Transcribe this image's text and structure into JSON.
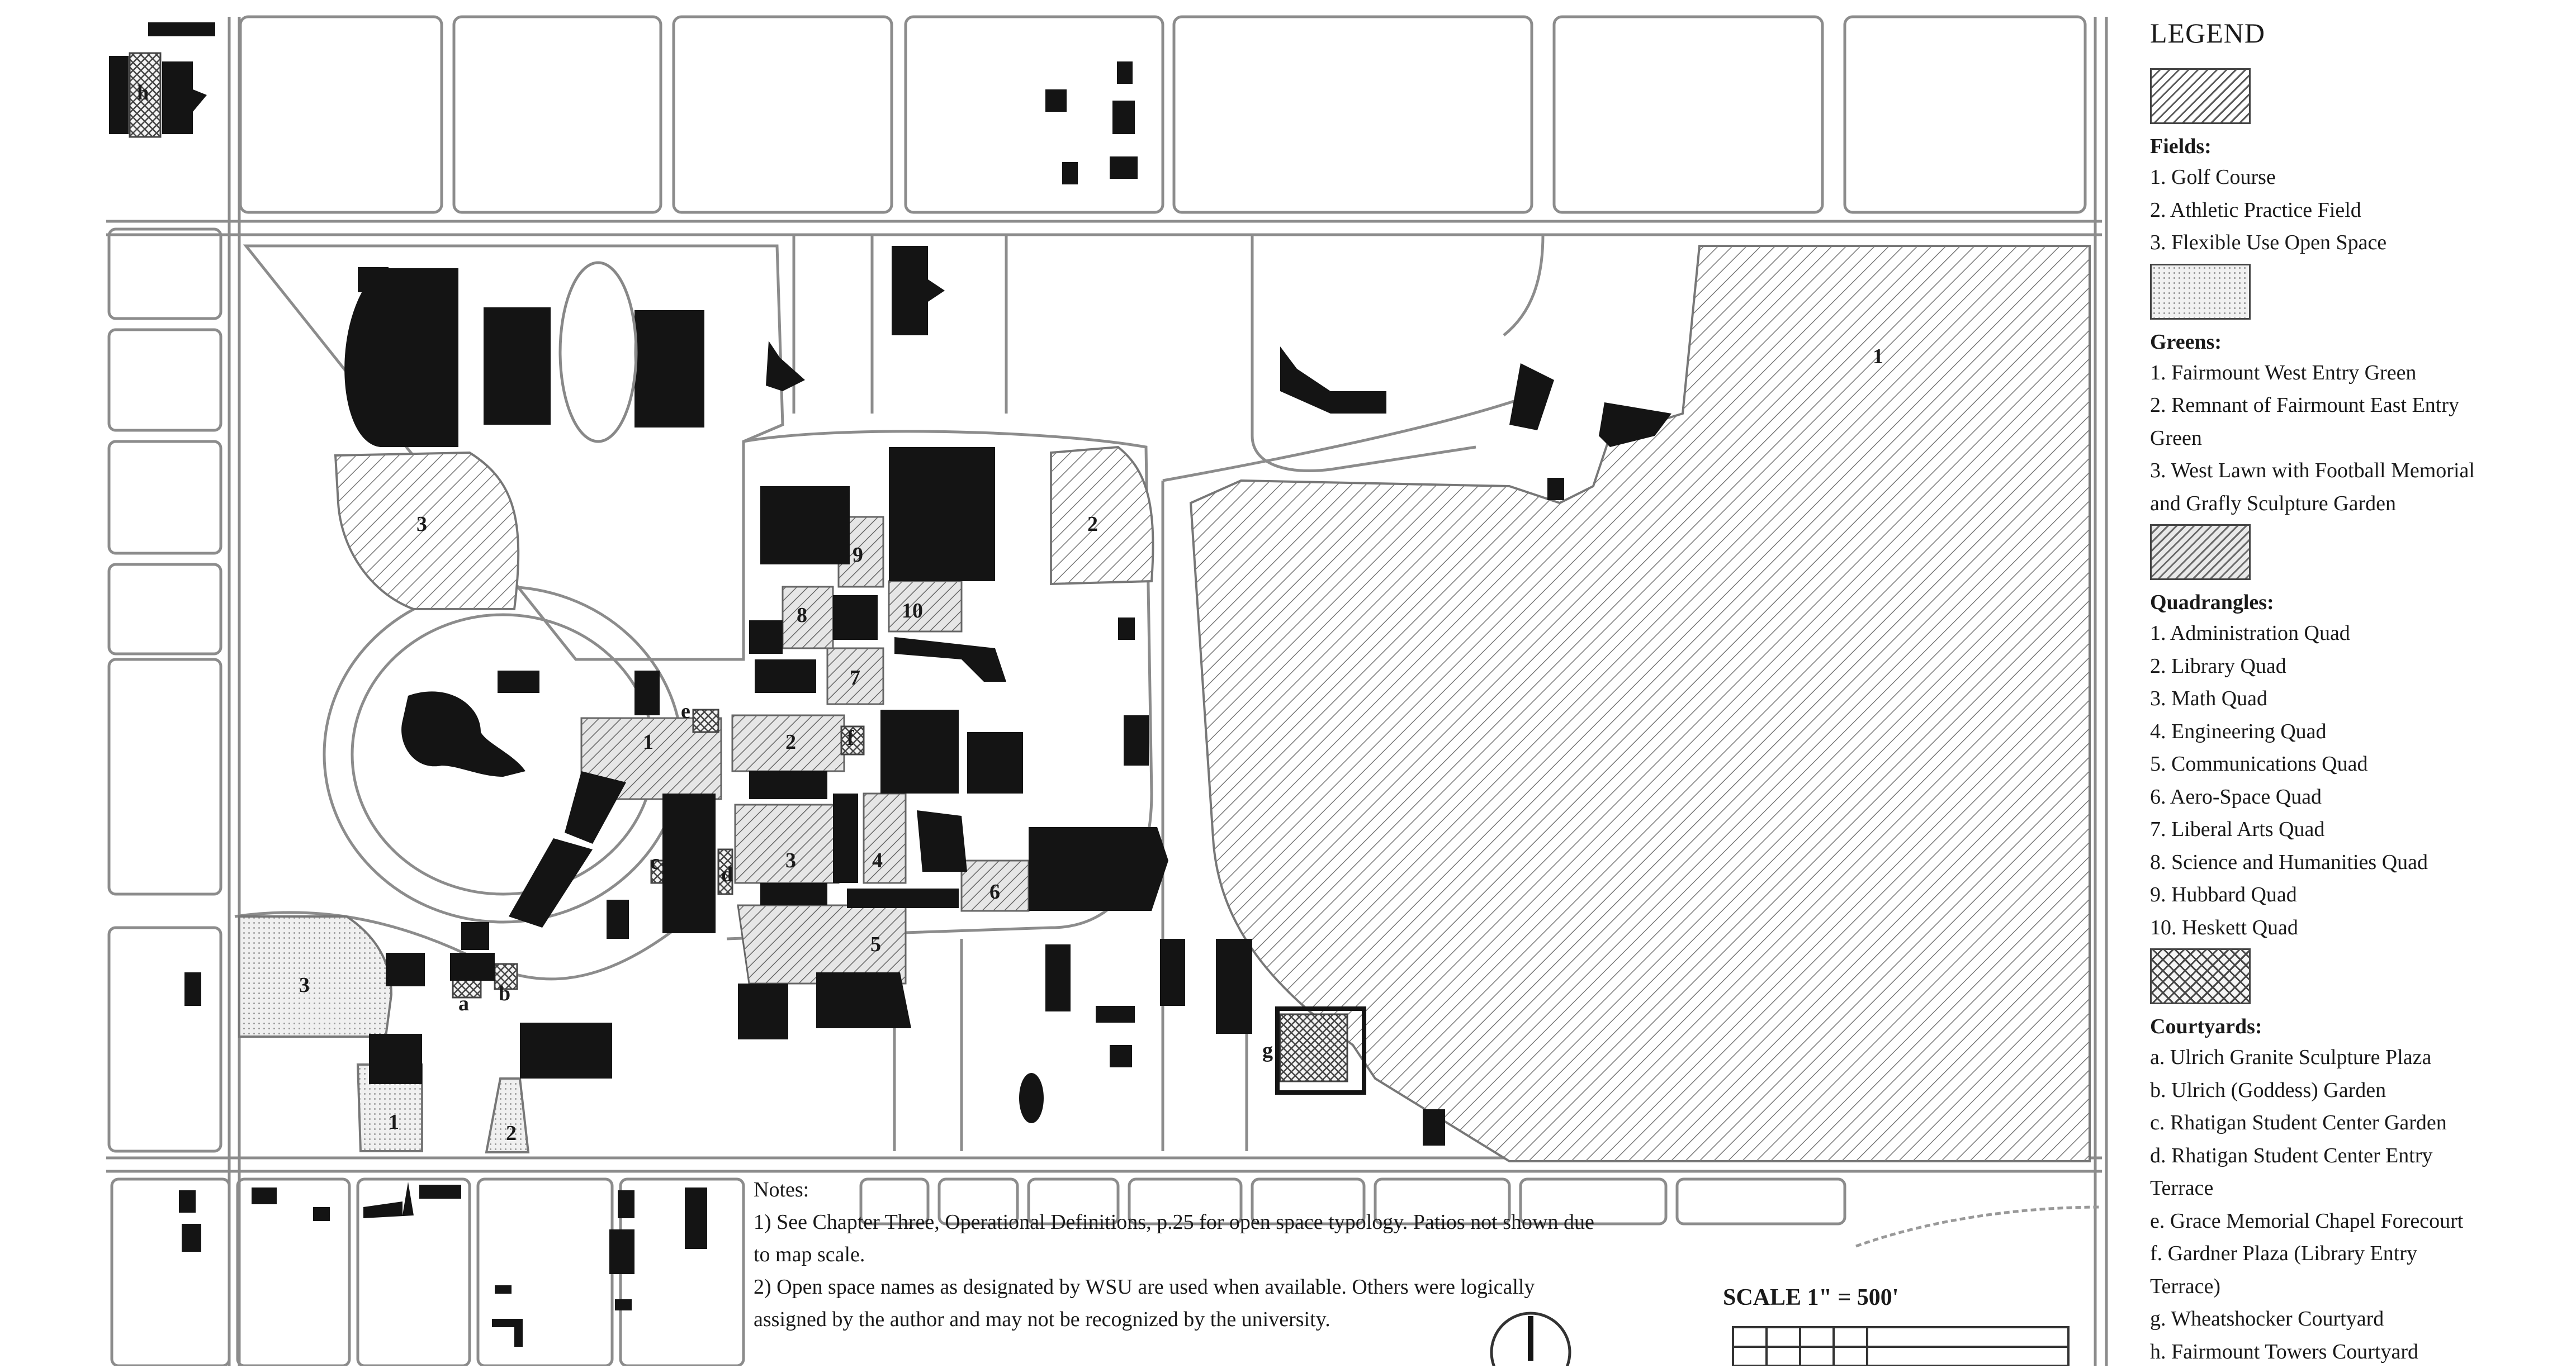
{
  "legend": {
    "title": "LEGEND",
    "fields": {
      "heading": "Fields:",
      "items": [
        "1. Golf Course",
        "2. Athletic Practice Field",
        "3. Flexible Use Open Space"
      ]
    },
    "greens": {
      "heading": "Greens:",
      "items": [
        "1. Fairmount West Entry Green",
        "2. Remnant of Fairmount East Entry",
        "Green",
        "3. West Lawn with Football Memorial",
        "and Grafly Sculpture Garden"
      ]
    },
    "quadrangles": {
      "heading": "Quadrangles:",
      "items": [
        "1. Administration Quad",
        "2. Library Quad",
        "3. Math Quad",
        "4. Engineering Quad",
        "5. Communications Quad",
        "6. Aero-Space Quad",
        "7. Liberal Arts Quad",
        "8. Science and Humanities Quad",
        "9. Hubbard Quad",
        "10. Heskett Quad"
      ]
    },
    "courtyards": {
      "heading": "Courtyards:",
      "items": [
        "a. Ulrich Granite Sculpture Plaza",
        "b. Ulrich (Goddess) Garden",
        "c. Rhatigan Student Center Garden",
        "d. Rhatigan Student Center Entry",
        "Terrace",
        "e. Grace Memorial Chapel Forecourt",
        "f. Gardner Plaza (Library Entry",
        "Terrace)",
        "g. Wheatshocker Courtyard",
        "h. Fairmount Towers Courtyard"
      ]
    }
  },
  "notes": {
    "heading": "Notes:",
    "lines": [
      "1) See Chapter Three, Operational Definitions, p.25 for open space typology. Patios not shown due",
      "to map scale.",
      "2) Open space names as designated by WSU are used when available. Others were logically",
      "assigned by the author and may not be recognized by the university."
    ]
  },
  "scale": {
    "label": "SCALE 1\" = 500'"
  },
  "map_labels": {
    "field1": "1",
    "field2": "2",
    "field3": "3",
    "green1": "1",
    "green2": "2",
    "green3": "3",
    "quad1": "1",
    "quad2": "2",
    "quad3": "3",
    "quad4": "4",
    "quad5": "5",
    "quad6": "6",
    "quad7": "7",
    "quad8": "8",
    "quad9": "9",
    "quad10": "10",
    "court_a": "a",
    "court_b": "b",
    "court_c": "c",
    "court_d": "d",
    "court_e": "e",
    "court_f": "f",
    "court_g": "g",
    "court_h": "h"
  },
  "colors": {
    "building": "#141414",
    "road": "#888888",
    "background": "#ffffff"
  }
}
